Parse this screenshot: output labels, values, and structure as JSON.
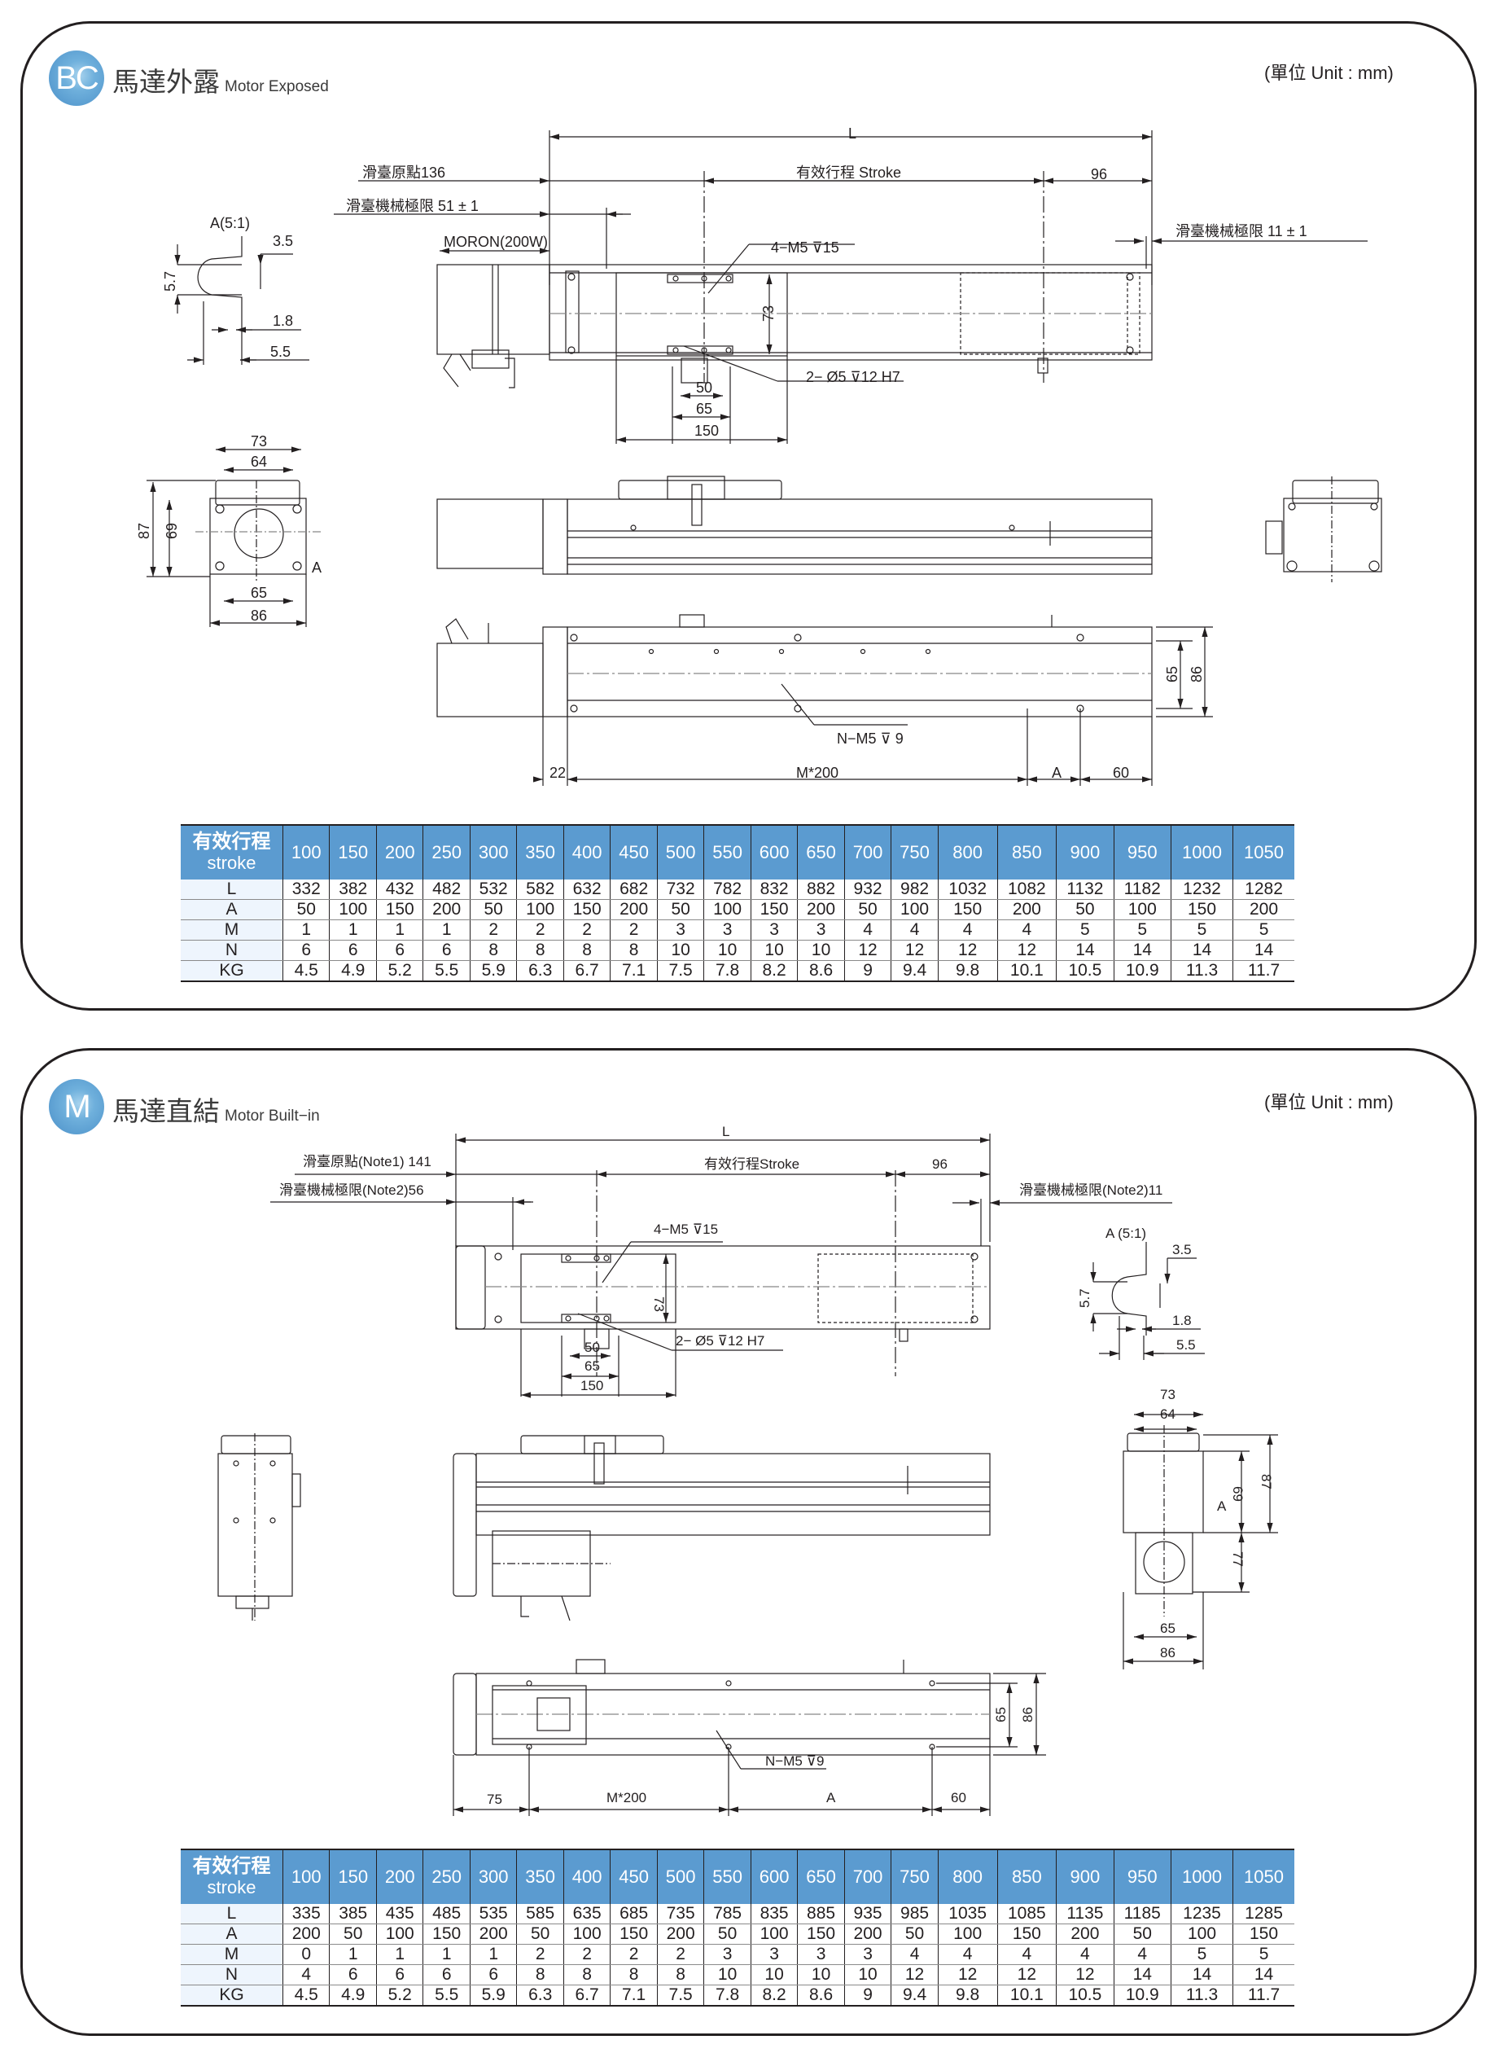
{
  "unit_label": "(單位 Unit : mm)",
  "sections": {
    "bc": {
      "badge": "BC",
      "title_zh": "馬達外露",
      "title_en": "Motor Exposed",
      "unit_label": "(單位 Unit : mm)",
      "dims": {
        "L": "L",
        "home": "滑臺原點136",
        "limit_left": "滑臺機械極限  51 ± 1",
        "stroke": "有效行程    Stroke",
        "d96": "96",
        "limit_right": "滑臺機械極限  11 ± 1",
        "motor": "MORON(200W)",
        "tap_top": "4−M5 ⊽15",
        "pin": "2− Ø5 ⊽12  H7",
        "d73v": "73",
        "d50": "50",
        "d65": "65",
        "d150": "150",
        "detail_title": "A(5:1)",
        "d3_5": "3.5",
        "d5_7": "5.7",
        "d1_8": "1.8",
        "d5_5": "5.5",
        "end_73": "73",
        "end_64": "64",
        "end_87": "87",
        "end_69": "69",
        "end_65": "65",
        "end_86": "86",
        "end_A": "A",
        "bottom_tap": "N−M5 ⊽ 9",
        "d22": "22",
        "m200": "M*200",
        "dA": "A",
        "d60": "60",
        "side_65": "65",
        "side_86": "86"
      },
      "table": {
        "header_zh": "有效行程",
        "header_en": "stroke",
        "strokes": [
          "100",
          "150",
          "200",
          "250",
          "300",
          "350",
          "400",
          "450",
          "500",
          "550",
          "600",
          "650",
          "700",
          "750",
          "800",
          "850",
          "900",
          "950",
          "1000",
          "1050"
        ],
        "rows": [
          {
            "label": "L",
            "values": [
              "332",
              "382",
              "432",
              "482",
              "532",
              "582",
              "632",
              "682",
              "732",
              "782",
              "832",
              "882",
              "932",
              "982",
              "1032",
              "1082",
              "1132",
              "1182",
              "1232",
              "1282"
            ]
          },
          {
            "label": "A",
            "values": [
              "50",
              "100",
              "150",
              "200",
              "50",
              "100",
              "150",
              "200",
              "50",
              "100",
              "150",
              "200",
              "50",
              "100",
              "150",
              "200",
              "50",
              "100",
              "150",
              "200"
            ]
          },
          {
            "label": "M",
            "values": [
              "1",
              "1",
              "1",
              "1",
              "2",
              "2",
              "2",
              "2",
              "3",
              "3",
              "3",
              "3",
              "4",
              "4",
              "4",
              "4",
              "5",
              "5",
              "5",
              "5"
            ]
          },
          {
            "label": "N",
            "values": [
              "6",
              "6",
              "6",
              "6",
              "8",
              "8",
              "8",
              "8",
              "10",
              "10",
              "10",
              "10",
              "12",
              "12",
              "12",
              "12",
              "14",
              "14",
              "14",
              "14"
            ]
          },
          {
            "label": "KG",
            "values": [
              "4.5",
              "4.9",
              "5.2",
              "5.5",
              "5.9",
              "6.3",
              "6.7",
              "7.1",
              "7.5",
              "7.8",
              "8.2",
              "8.6",
              "9",
              "9.4",
              "9.8",
              "10.1",
              "10.5",
              "10.9",
              "11.3",
              "11.7"
            ]
          }
        ]
      }
    },
    "m": {
      "badge": "M",
      "title_zh": "馬達直結",
      "title_en": "Motor Built−in",
      "unit_label": "(單位 Unit : mm)",
      "dims": {
        "L": "L",
        "home": "滑臺原點(Note1) 141",
        "limit_left": "滑臺機械極限(Note2)56",
        "stroke": "有效行程Stroke",
        "d96": "96",
        "limit_right": "滑臺機械極限(Note2)11",
        "tap_top": "4−M5 ⊽15",
        "pin": "2− Ø5 ⊽12  H7",
        "d73v": "73",
        "d50": "50",
        "d65": "65",
        "d150": "150",
        "detail_title": "A (5:1)",
        "d3_5": "3.5",
        "d5_7": "5.7",
        "d1_8": "1.8",
        "d5_5": "5.5",
        "end_73": "73",
        "end_64": "64",
        "end_87": "87",
        "end_69": "69",
        "end_77": "77",
        "end_65": "65",
        "end_86": "86",
        "end_A": "A",
        "bottom_tap": "N−M5 ⊽9",
        "d75": "75",
        "m200": "M*200",
        "dA": "A",
        "d60": "60",
        "side_65": "65",
        "side_86": "86"
      },
      "table": {
        "header_zh": "有效行程",
        "header_en": "stroke",
        "strokes": [
          "100",
          "150",
          "200",
          "250",
          "300",
          "350",
          "400",
          "450",
          "500",
          "550",
          "600",
          "650",
          "700",
          "750",
          "800",
          "850",
          "900",
          "950",
          "1000",
          "1050"
        ],
        "rows": [
          {
            "label": "L",
            "values": [
              "335",
              "385",
              "435",
              "485",
              "535",
              "585",
              "635",
              "685",
              "735",
              "785",
              "835",
              "885",
              "935",
              "985",
              "1035",
              "1085",
              "1135",
              "1185",
              "1235",
              "1285"
            ]
          },
          {
            "label": "A",
            "values": [
              "200",
              "50",
              "100",
              "150",
              "200",
              "50",
              "100",
              "150",
              "200",
              "50",
              "100",
              "150",
              "200",
              "50",
              "100",
              "150",
              "200",
              "50",
              "100",
              "150"
            ]
          },
          {
            "label": "M",
            "values": [
              "0",
              "1",
              "1",
              "1",
              "1",
              "2",
              "2",
              "2",
              "2",
              "3",
              "3",
              "3",
              "3",
              "4",
              "4",
              "4",
              "4",
              "4",
              "5",
              "5"
            ]
          },
          {
            "label": "N",
            "values": [
              "4",
              "6",
              "6",
              "6",
              "6",
              "8",
              "8",
              "8",
              "8",
              "10",
              "10",
              "10",
              "10",
              "12",
              "12",
              "12",
              "12",
              "14",
              "14",
              "14"
            ]
          },
          {
            "label": "KG",
            "values": [
              "4.5",
              "4.9",
              "5.2",
              "5.5",
              "5.9",
              "6.3",
              "6.7",
              "7.1",
              "7.5",
              "7.8",
              "8.2",
              "8.6",
              "9",
              "9.4",
              "9.8",
              "10.1",
              "10.5",
              "10.9",
              "11.3",
              "11.7"
            ]
          }
        ]
      }
    }
  },
  "colors": {
    "table_header": "#5b9bd0",
    "row_header": "#eef5fd",
    "badge": "#5a9fd4",
    "line": "#231f20"
  }
}
